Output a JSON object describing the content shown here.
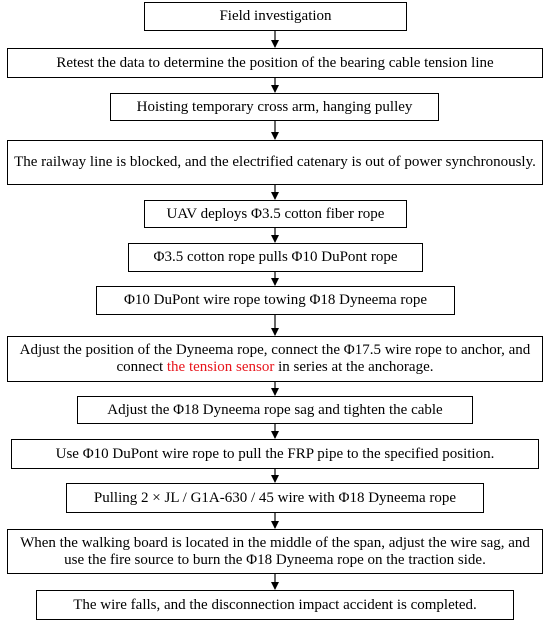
{
  "steps": [
    {
      "text": "Field investigation"
    },
    {
      "text": "Retest the data to determine the position of the bearing cable tension line"
    },
    {
      "text": "Hoisting temporary cross arm, hanging pulley"
    },
    {
      "text": "The railway line is blocked, and the electrified catenary is out of power synchronously."
    },
    {
      "text": "UAV deploys Φ3.5 cotton fiber rope"
    },
    {
      "text": "Φ3.5 cotton rope pulls Φ10 DuPont rope"
    },
    {
      "text": "Φ10 DuPont wire rope towing Φ18 Dyneema rope"
    },
    {
      "text_before": "Adjust the position of the Dyneema rope, connect the Φ17.5 wire rope to anchor, and connect ",
      "text_highlight": "the tension sensor",
      "text_after": " in series at the anchorage."
    },
    {
      "text": "Adjust the Φ18 Dyneema rope sag and tighten the cable"
    },
    {
      "text": "Use Φ10 DuPont wire rope to pull the FRP pipe to the specified position."
    },
    {
      "text": "Pulling 2 × JL / G1A-630 / 45 wire with Φ18 Dyneema rope"
    },
    {
      "text": "When the walking board is located in the middle of the span, adjust the wire sag, and use the fire source to burn the Φ18 Dyneema rope on the traction side."
    },
    {
      "text": "The wire falls, and the disconnection impact accident is completed."
    }
  ],
  "colors": {
    "highlight": "#e8141b",
    "line": "#000000"
  }
}
